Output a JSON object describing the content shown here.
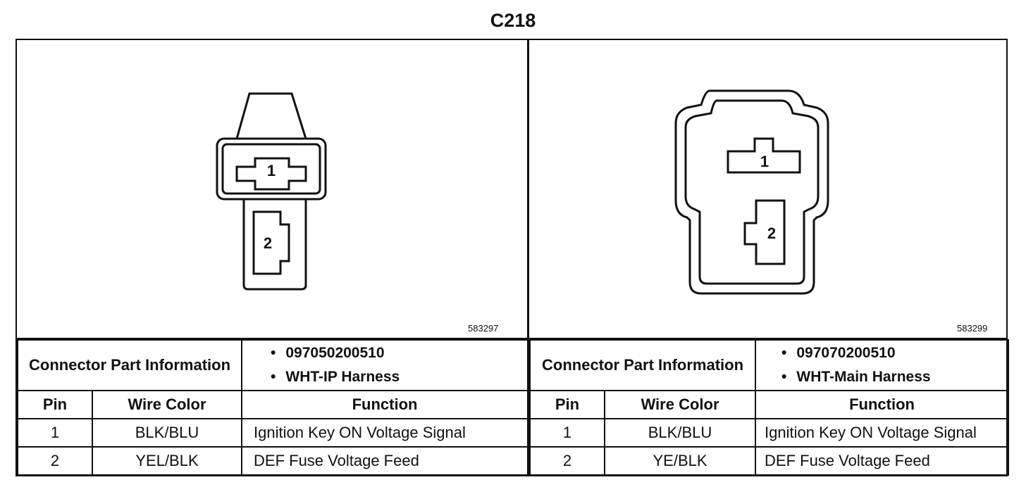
{
  "title": "C218",
  "connectors": [
    {
      "figure_number": "583297",
      "part_label": "Connector Part Information",
      "part_info": [
        "097050200510",
        "WHT-IP Harness"
      ],
      "columns": [
        "Pin",
        "Wire Color",
        "Function"
      ],
      "rows": [
        {
          "pin": "1",
          "wire_color": "BLK/BLU",
          "function": "Ignition Key ON Voltage Signal"
        },
        {
          "pin": "2",
          "wire_color": "YEL/BLK",
          "function": "DEF Fuse Voltage Feed"
        }
      ],
      "cavities": [
        "1",
        "2"
      ]
    },
    {
      "figure_number": "583299",
      "part_label": "Connector Part Information",
      "part_info": [
        "097070200510",
        "WHT-Main Harness"
      ],
      "columns": [
        "Pin",
        "Wire Color",
        "Function"
      ],
      "rows": [
        {
          "pin": "1",
          "wire_color": "BLK/BLU",
          "function": "Ignition Key ON Voltage Signal"
        },
        {
          "pin": "2",
          "wire_color": "YE/BLK",
          "function": "DEF Fuse Voltage Feed"
        }
      ],
      "cavities": [
        "1",
        "2"
      ]
    }
  ]
}
